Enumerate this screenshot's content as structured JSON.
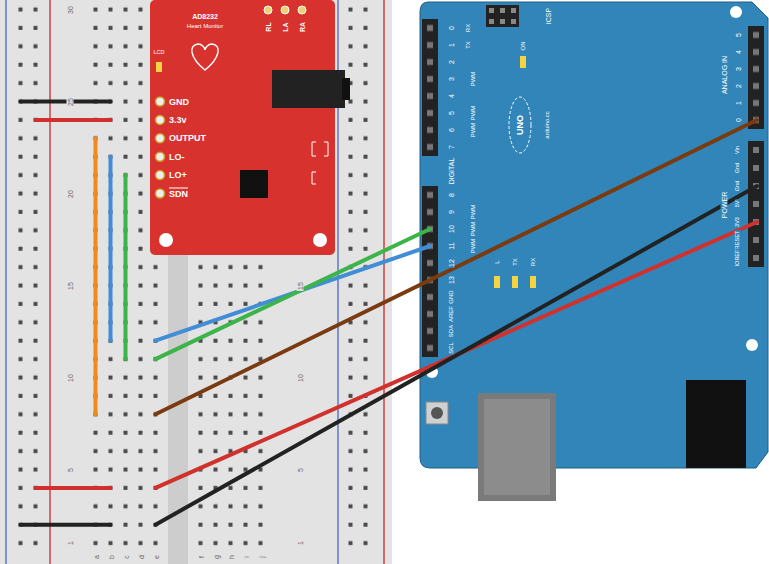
{
  "diagram": {
    "nodes": [
      {
        "text": [
          "AD8232",
          "Heart Monitor",
          "RL",
          "LA",
          "RA",
          "LCD",
          "GND",
          "3.3v",
          "OUTPUT",
          "LO-",
          "LO+",
          "SDN"
        ]
      },
      {
        "text": [
          "ICSP",
          "RX",
          "TX",
          "0",
          "1",
          "2",
          "3",
          "4",
          "5",
          "6",
          "7",
          "PWM",
          "PWM",
          "PWM",
          "DIGITAL",
          "8",
          "9",
          "10",
          "11",
          "12",
          "13",
          "GND",
          "AREF",
          "SDA",
          "SCL",
          "PWM",
          "PWM",
          "PWM",
          "ON",
          "UNO",
          "arduino.cc",
          "L",
          "TX",
          "RX",
          "ANALOG IN",
          "0",
          "1",
          "2",
          "3",
          "4",
          "5",
          "POWER",
          "Vin",
          "Gnd",
          "Gnd",
          "5V",
          "3V3",
          "RESET",
          "IOREF"
        ]
      }
    ],
    "labels": [
      "30",
      "25",
      "20",
      "15",
      "10",
      "5",
      "1",
      "15",
      "10",
      "5",
      "1",
      "a",
      "b",
      "c",
      "d",
      "e",
      "f",
      "g",
      "h",
      "i",
      "j"
    ]
  }
}
